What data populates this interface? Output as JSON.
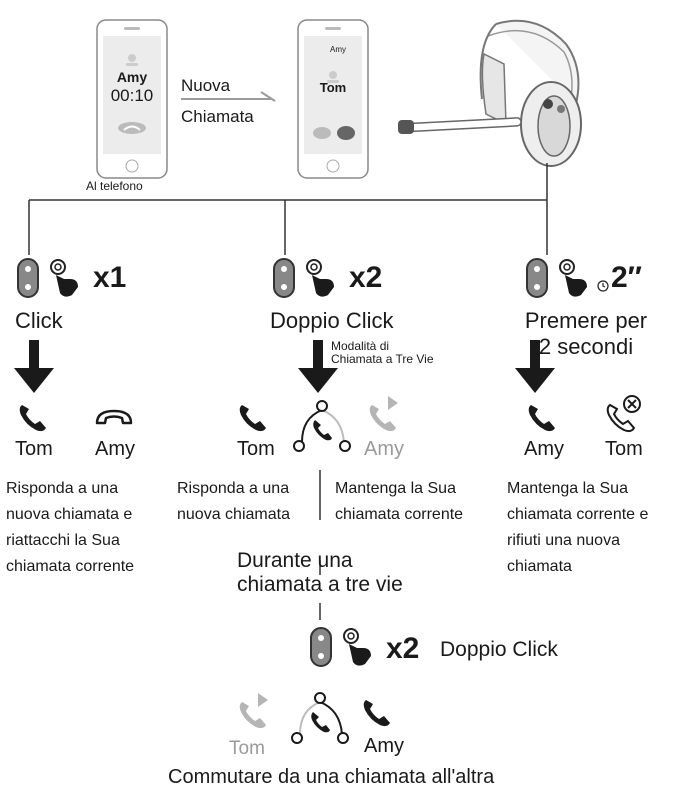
{
  "phone1": {
    "caller": "Amy",
    "timer": "00:10",
    "caption": "Al telefono"
  },
  "arrow_label": {
    "line1": "Nuova",
    "line2": "Chiamata"
  },
  "phone2": {
    "incoming": "Amy",
    "caller": "Tom"
  },
  "col1": {
    "multiplier": "x1",
    "action": "Click",
    "names": [
      "Tom",
      "Amy"
    ],
    "desc": "Risponda a una\nnuova chiamata e\nriattacchi la Sua\nchiamata corrente"
  },
  "col2": {
    "multiplier": "x2",
    "action": "Doppio Click",
    "mode_note": "Modalità di\nChiamata a Tre Vie",
    "names": [
      "Tom",
      "Amy"
    ],
    "desc_left": "Risponda a una\nnuova chiamata",
    "desc_right": "Mantenga la Sua\nchiamata corrente",
    "during": "Durante una\nchiamata a tre vie",
    "sub_multiplier": "x2",
    "sub_action": "Doppio Click",
    "sub_names": [
      "Tom",
      "Amy"
    ],
    "sub_desc": "Commutare da una chiamata all'altra"
  },
  "col3": {
    "multiplier": "2″",
    "action": "Premere per\n2 secondi",
    "names": [
      "Amy",
      "Tom"
    ],
    "desc": "Mantenga la Sua\nchiamata corrente e\nrifiuti una nuova\nchiamata"
  }
}
